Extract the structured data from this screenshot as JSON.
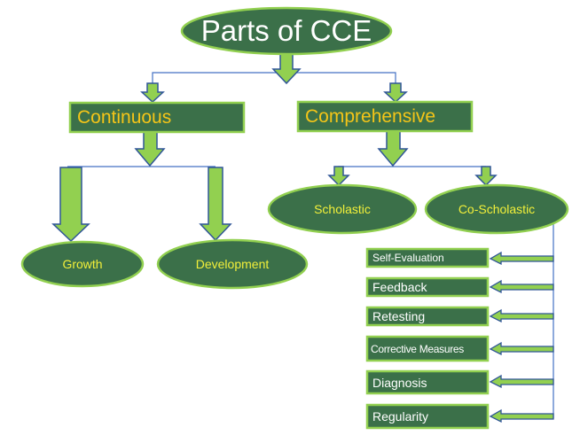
{
  "colors": {
    "node_fill": "#3b7049",
    "node_border": "#92d050",
    "arrow_fill": "#92d050",
    "arrow_stroke": "#2f5597",
    "connector": "#4472c4",
    "title_text": "#ffffff",
    "branch_text": "#f5c518",
    "ellipse_text": "#f2ef3a",
    "box_text": "#ffffff"
  },
  "root": {
    "label": "Parts of CCE"
  },
  "branches": [
    {
      "label": "Continuous",
      "children": [
        {
          "label": "Growth"
        },
        {
          "label": "Development"
        }
      ]
    },
    {
      "label": "Comprehensive",
      "children": [
        {
          "label": "Scholastic"
        },
        {
          "label": "Co-Scholastic"
        }
      ]
    }
  ],
  "co_scholastic_items": [
    {
      "label": "Self-Evaluation"
    },
    {
      "label": "Feedback"
    },
    {
      "label": "Retesting"
    },
    {
      "label": "Corrective Measures"
    },
    {
      "label": "Diagnosis"
    },
    {
      "label": "Regularity"
    }
  ]
}
